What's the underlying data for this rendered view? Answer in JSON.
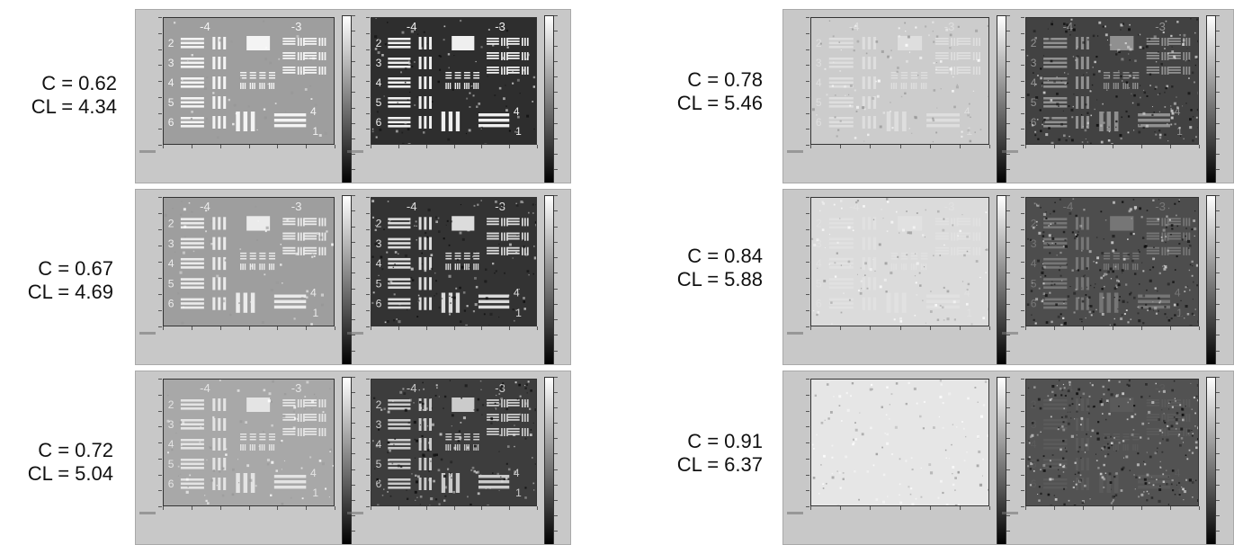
{
  "rows": [
    {
      "left_label": {
        "c": "C = 0.62",
        "cl": "CL = 4.34"
      },
      "right_label": {
        "c": "C = 0.78",
        "cl": "CL = 5.46"
      }
    },
    {
      "left_label": {
        "c": "C = 0.67",
        "cl": "CL = 4.69"
      },
      "right_label": {
        "c": "C = 0.84",
        "cl": "CL = 5.88"
      }
    },
    {
      "left_label": {
        "c": "C = 0.72",
        "cl": "CL = 5.04"
      },
      "right_label": {
        "c": "C = 0.91",
        "cl": "CL = 6.37"
      }
    }
  ],
  "target_numbers": [
    "-4",
    "-3",
    "2",
    "3",
    "4",
    "5",
    "6",
    "4",
    "1"
  ],
  "colors": {
    "panel": "#c8c8c8",
    "border": "#a9a9a9"
  }
}
